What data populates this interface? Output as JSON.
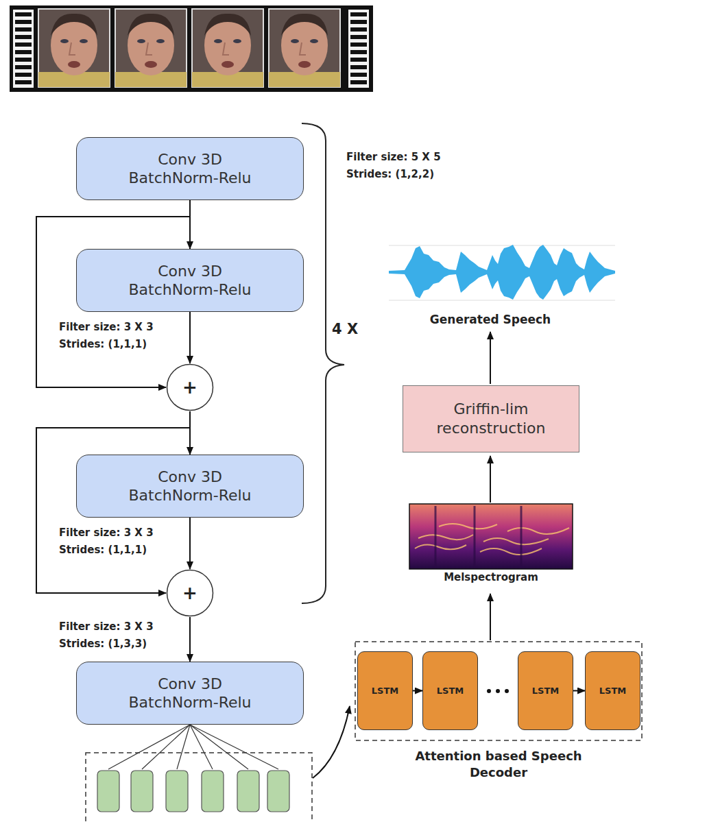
{
  "diagram": {
    "nodes": [
      {
        "text": [
          "Conv 3D BatchNorm-Relu"
        ]
      },
      {
        "text": [
          "Conv 3D BatchNorm-Relu"
        ]
      },
      {
        "text": [
          "+"
        ]
      },
      {
        "text": [
          "Conv 3D BatchNorm-Relu"
        ]
      },
      {
        "text": [
          "+"
        ]
      },
      {
        "text": [
          "Conv 3D BatchNorm-Relu"
        ]
      },
      {
        "text": [
          "Griffin-lim reconstruction"
        ]
      },
      {
        "text": [
          "Attention based Speech Decoder"
        ]
      },
      {
        "text": [
          "LSTM"
        ],
        "in": 7
      },
      {
        "text": [
          "LSTM"
        ],
        "in": 7
      },
      {
        "text": [
          "LSTM"
        ],
        "in": 7
      },
      {
        "text": [
          "LSTM"
        ],
        "in": 7
      }
    ],
    "edges": [
      {
        "from": 0,
        "to": 1,
        "arrow": "to"
      },
      {
        "from": 0,
        "to": 2,
        "arrow": "to"
      },
      {
        "from": 1,
        "to": 2,
        "arrow": "to"
      },
      {
        "from": 2,
        "to": 3,
        "arrow": "to"
      },
      {
        "from": 2,
        "to": 4,
        "arrow": "to"
      },
      {
        "from": 3,
        "to": 4,
        "arrow": "to"
      },
      {
        "from": 4,
        "to": 5,
        "arrow": "to"
      },
      {
        "from": 8,
        "to": 9,
        "arrow": "to"
      },
      {
        "from": 10,
        "to": 11,
        "arrow": "to"
      }
    ],
    "labels": [
      "Filter size: 5 X 5",
      "Strides: (1,2,2)",
      "Generated Speech",
      "Filter size: 3 X 3",
      "Strides: (1,1,1)",
      "4 X",
      "Filter size: 3 X 3",
      "Strides: (1,1,1)",
      "Melspectrogram",
      "Filter size: 3 X 3",
      "Strides: (1,3,3)"
    ]
  }
}
